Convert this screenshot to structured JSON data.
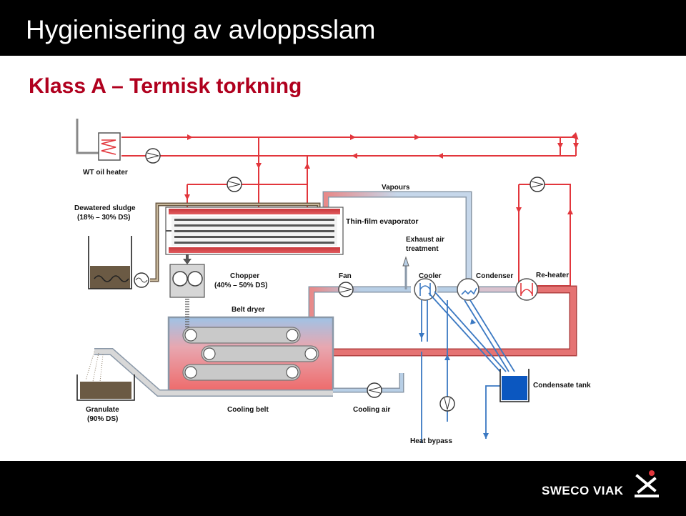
{
  "slide": {
    "title": "Hygienisering av avloppsslam",
    "subtitle": "Klass A – Termisk torkning"
  },
  "labels": {
    "oil_heater": "WT oil heater",
    "dewatered_1": "Dewatered sludge",
    "dewatered_2": "(18% – 30% DS)",
    "vapours": "Vapours",
    "evaporator": "Thin-film evaporator",
    "exhaust_1": "Exhaust air",
    "exhaust_2": "treatment",
    "chopper_1": "Chopper",
    "chopper_2": "(40% – 50% DS)",
    "fan": "Fan",
    "cooler": "Cooler",
    "condenser": "Condenser",
    "reheater": "Re-heater",
    "belt_dryer": "Belt dryer",
    "condensate_tank": "Condensate tank",
    "granulate_1": "Granulate",
    "granulate_2": "(90% DS)",
    "cooling_belt": "Cooling belt",
    "cooling_air": "Cooling air",
    "heat_bypass": "Heat bypass"
  },
  "logo": {
    "text": "SWECO VIAK"
  },
  "colors": {
    "hot_loop": "#e2363c",
    "air_warm": "#e57373",
    "air_cool": "#a9c9e6",
    "water": "#3a78c2",
    "sludge": "#6b5a44",
    "title_red": "#b0001e"
  }
}
